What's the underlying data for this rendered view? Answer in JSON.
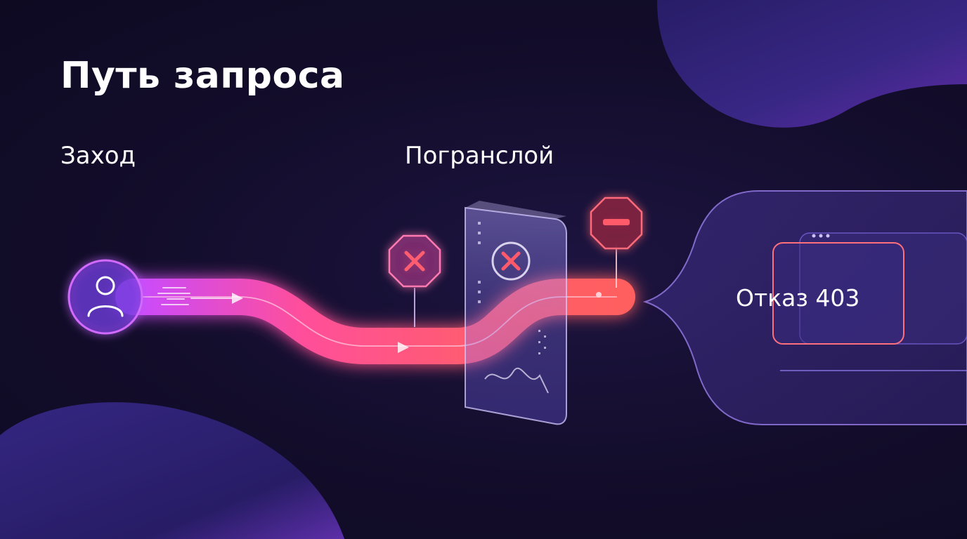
{
  "title": "Путь запроса",
  "steps": {
    "entry": "Заход",
    "border_layer": "Погранслой"
  },
  "result": {
    "text": "Отказ 403"
  },
  "icons": {
    "user": "user-icon",
    "block_left": "close-octagon-icon",
    "panel": "close-circle-icon",
    "block_right": "no-entry-icon"
  },
  "colors": {
    "background": "#130d2b",
    "path_start": "#d64bff",
    "path_end": "#ff5a6a",
    "panel": "#b7a6ff",
    "accent_red": "#ff4f63"
  }
}
